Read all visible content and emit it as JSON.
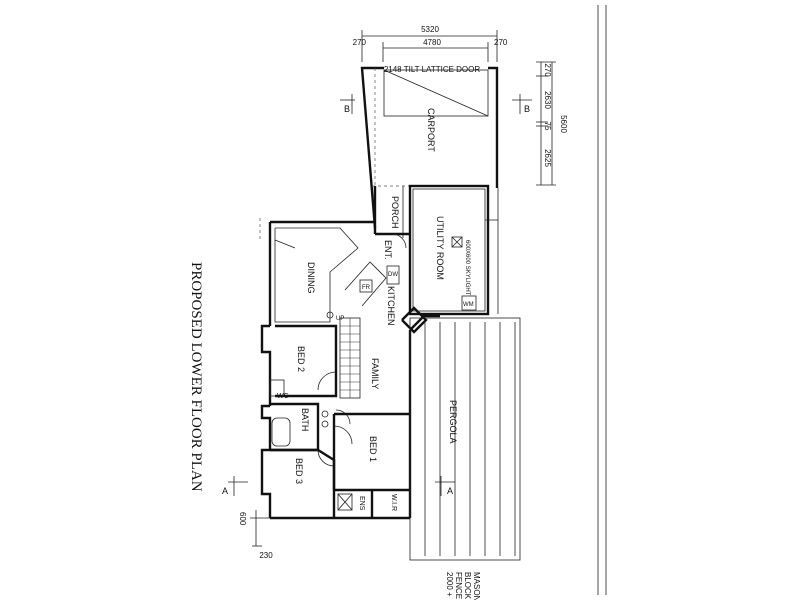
{
  "plan_title": "PROPOSED LOWER FLOOR PLAN",
  "rooms": {
    "carport": "CARPORT",
    "porch": "PORCH",
    "utility": "UTILITY ROOM",
    "ent": "ENT.",
    "dining": "DINING",
    "kitchen": "KITCHEN",
    "family": "FAMILY",
    "bed1": "BED 1",
    "bed2": "BED 2",
    "bed3": "BED 3",
    "bath": "BATH",
    "wc": "WC",
    "ens": "ENS",
    "wir": "W.I.R",
    "pergola": "PERGOLA",
    "skylight": "600X600 SKYLIGHT",
    "dw": "DW",
    "wm": "WM",
    "fr": "FR",
    "up": "UP"
  },
  "dimensions": {
    "overall_width": "5320",
    "inner_width": "4780",
    "side_left": "270",
    "side_right": "270",
    "door_note": "2148 TILT LATTICE DOOR",
    "carport_total": "5600",
    "carport_a": "270",
    "carport_b": "2630",
    "carport_c": "75",
    "carport_d": "2625",
    "bottom_a": "600",
    "bottom_b": "230"
  },
  "section_marks": {
    "b_left": "B",
    "b_right": "B",
    "a_left": "A",
    "a_right": "A"
  },
  "side_note": {
    "line1": "MASONI",
    "line2": "BLOCK",
    "line3": "FENCE",
    "line4": "2000 +"
  }
}
